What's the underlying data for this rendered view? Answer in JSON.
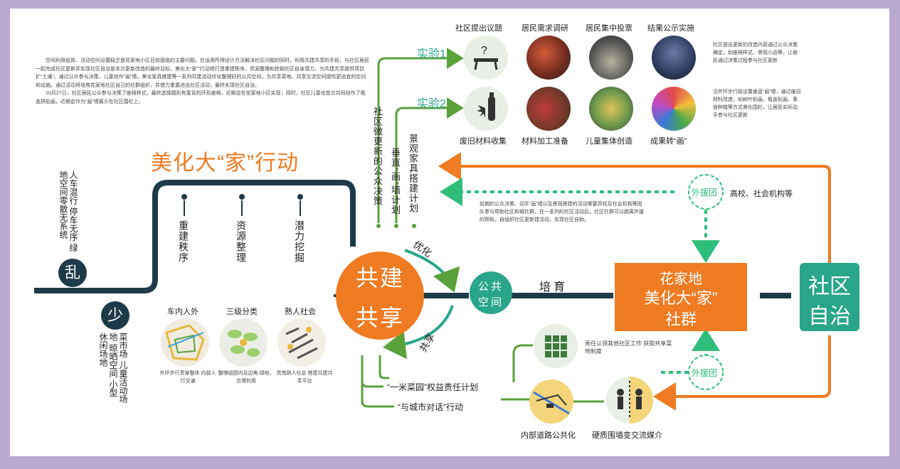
{
  "intro": {
    "para1": "空间利用低效、活动空间设置缺乏是花家地小区目前面临的主要问题。在运用所得设计方法解决社区问题的同时，利用共建共享的手段，与社区居民一起完成社区更新并实现社区自治是本次更新改造的最终目标。美化大“家”“行动将打造重建秩序、资源整理和挖掘社区自身潜力，为共建共享提供项目扩“土壤”。通过公众参与决策、儿童创作“画”墙，美化家具搭建等一系列共建活动优化整理好的公共空间，为共享菜地、共享交流空间提供更适宜的空间和设施。通过活动将培育花家地社区自己的社群组织，并借力重置进出社区活动，最终实现社区自治。",
    "para2": "10月27日，社区居民公众参与决策了座椅样式，最终选择圆形有靠背的环形座椅，近期会在花家地小区实现；同时，社区儿童也首次共同创作了瓶盖拼贴画，近期会作为“画”墙展示在社区围栏上。"
  },
  "title": "美化大“家”行动",
  "chaos": {
    "char": "乱",
    "text": "人车混行 停车无序 绿地空间零散无系统"
  },
  "few": {
    "char": "少",
    "text": "菜市场 儿童活动场地 晾晒空间 小型休闲场地"
  },
  "actions": [
    {
      "text": "重建秩序",
      "caption": "车内人外",
      "desc": "外环步行贯穿整体 内部人行交通"
    },
    {
      "text": "资源整理",
      "caption": "三级分类",
      "desc": "整理组团内及边角 绿地，合理利用"
    },
    {
      "text": "潜力挖掘",
      "caption": "熟人社会",
      "desc": "凭借熟人社会 搭建共建共享平台"
    }
  ],
  "plans": [
    "社区微更新的公众决策",
    "垂直“画”墙计划",
    "景观家具搭建计划"
  ],
  "experiment1": {
    "label": "实验1",
    "steps": [
      "社区提出议题",
      "居民需求调研",
      "居民集中投票",
      "结果公示实施"
    ],
    "desc": "社区提出更新的改造内容通过公众决策确定，如座椅样式、景观小品等，让居民通过决策过程参与社区更新"
  },
  "experiment2": {
    "label": "实验2",
    "steps": [
      "废旧材料收集",
      "材料加工准备",
      "儿童集体创造",
      "成果转“画”"
    ],
    "desc": "沿外环步行路设置垂直“画”墙，通过废旧材料改造，如树叶贴画、瓶盖贴画、事食种植等方式美化围栏，让居民实际动手参与社区更新"
  },
  "core": {
    "line1": "共建",
    "line2": "共享"
  },
  "optimize": "优化",
  "share": "共享",
  "public_space": {
    "line1": "公共",
    "line2": "空间"
  },
  "cultivate": "培育",
  "community": {
    "line1": "花家地",
    "line2": "美化大“家”",
    "line3": "社群"
  },
  "autonomy": {
    "line1": "社区",
    "line2": "自治"
  },
  "external_top": "外援团",
  "external_bottom": "外援团",
  "institutions": "高校、社会机构等",
  "external_desc": "前期的公众决策、动手“画”墙以及景观搭建的活动需要高校及社会机构等团队参与帮助社区和城社群。在一系列的社区活动后，社区社群可以脱离外援的帮助，自组织社区更新建活动，实现社区自助。",
  "bottom": {
    "plan1": "“一米菜园”权益责任计划",
    "plan2": "“与城市对话”行动",
    "resp": "责任认领其他社区工作 获取共享菜地制度",
    "road": "内部道路公共化",
    "fence": "硬质围墙变交流媒介"
  },
  "colors": {
    "orange": "#ef7b22",
    "green": "#5aa23a",
    "teal": "#28a58a",
    "navy": "#1e3a48",
    "dashed_green": "#2fbe7a"
  }
}
